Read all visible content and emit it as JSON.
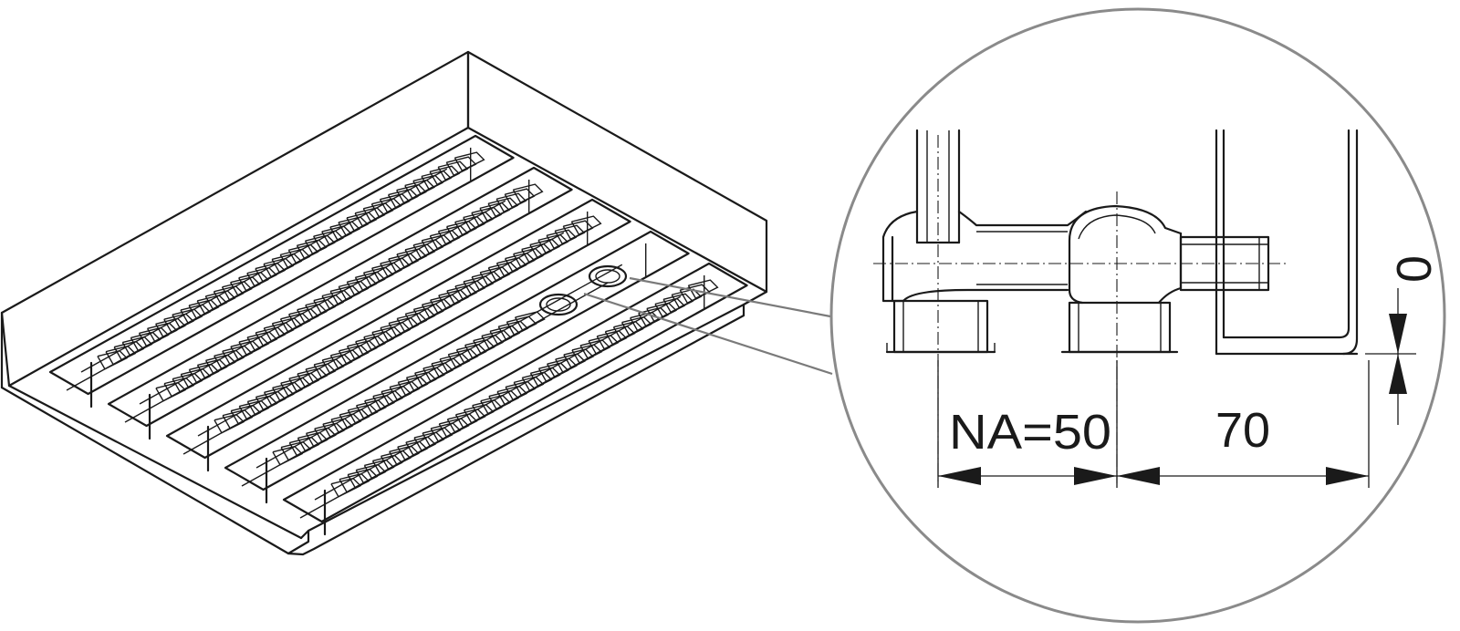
{
  "detail": {
    "nominal_size_label": "NA=50",
    "spacing_label": "70",
    "height_label": "0"
  },
  "icons": {
    "overview": "floor-heating-channel-isometric",
    "detail": "pipe-connection-detail-magnifier"
  },
  "colors": {
    "line": "#1a1a1a",
    "magnifier_outline": "#8a8a8a",
    "background": "#ffffff"
  }
}
